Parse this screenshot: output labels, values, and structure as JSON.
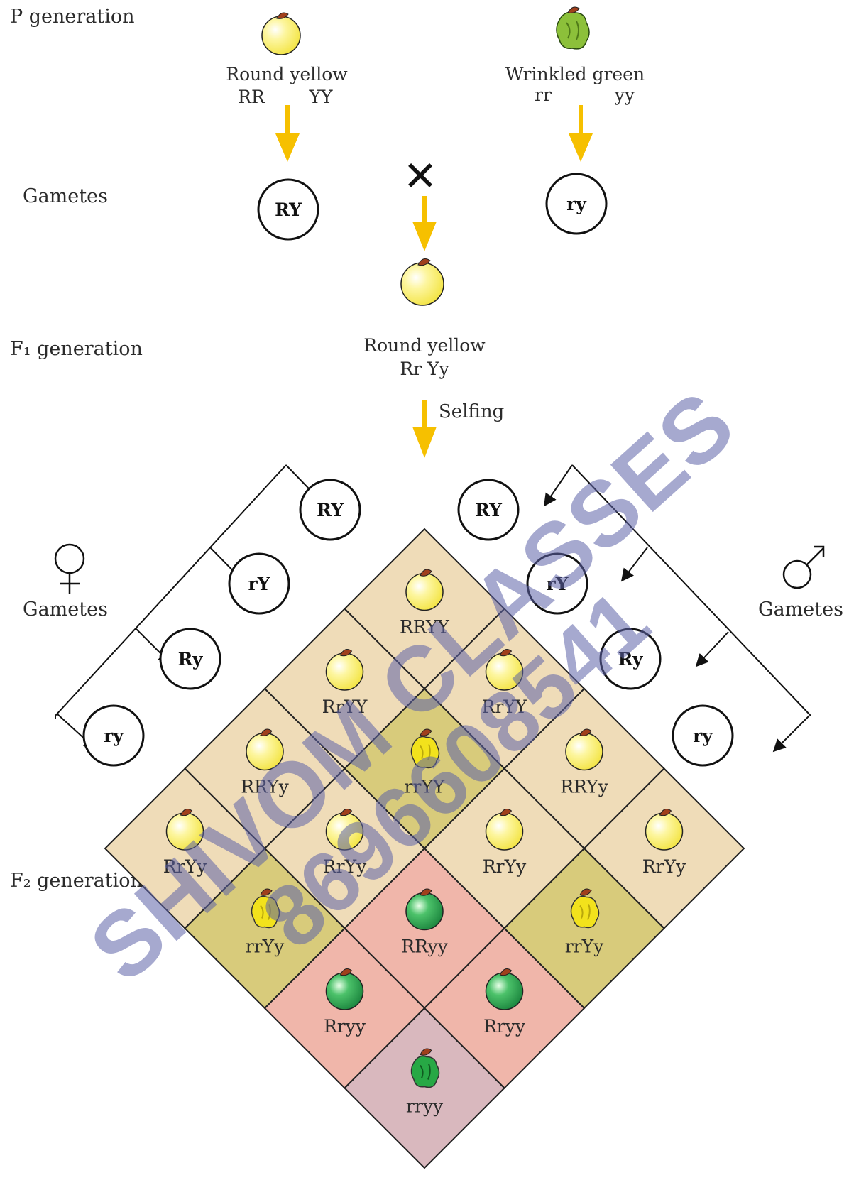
{
  "labels": {
    "p_generation": "P generation",
    "gametes_left": "Gametes",
    "f1_generation": "F₁ generation",
    "f2_generation": "F₂ generation",
    "female_gametes": "Gametes",
    "male_gametes": "Gametes",
    "selfing": "Selfing",
    "cross_symbol": "✕"
  },
  "parents": {
    "left": {
      "phenotype": "Round yellow",
      "allele1": "RR",
      "allele2": "YY",
      "gamete": "RY"
    },
    "right": {
      "phenotype": "Wrinkled green",
      "allele1": "rr",
      "allele2": "yy",
      "gamete": "ry"
    }
  },
  "f1": {
    "phenotype": "Round yellow",
    "genotype": "Rr Yy"
  },
  "female_gametes": [
    "RY",
    "rY",
    "Ry",
    "ry"
  ],
  "male_gametes": [
    "RY",
    "rY",
    "Ry",
    "ry"
  ],
  "f2_cells": [
    {
      "genotype": "RRYY",
      "seed": "round-yellow",
      "color": "#efdcb8"
    },
    {
      "genotype": "RrYY",
      "seed": "round-yellow",
      "color": "#efdcb8"
    },
    {
      "genotype": "RrYY",
      "seed": "round-yellow",
      "color": "#efdcb8"
    },
    {
      "genotype": "RRYy",
      "seed": "round-yellow",
      "color": "#efdcb8"
    },
    {
      "genotype": "rrYY",
      "seed": "wrinkled-yellow",
      "color": "#d8cb7b"
    },
    {
      "genotype": "RRYy",
      "seed": "round-yellow",
      "color": "#efdcb8"
    },
    {
      "genotype": "RrYy",
      "seed": "round-yellow",
      "color": "#efdcb8"
    },
    {
      "genotype": "RrYy",
      "seed": "round-yellow",
      "color": "#efdcb8"
    },
    {
      "genotype": "RrYy",
      "seed": "round-yellow",
      "color": "#efdcb8"
    },
    {
      "genotype": "RrYy",
      "seed": "round-yellow",
      "color": "#efdcb8"
    },
    {
      "genotype": "rrYy",
      "seed": "wrinkled-yellow",
      "color": "#d8cb7b"
    },
    {
      "genotype": "RRyy",
      "seed": "round-green",
      "color": "#f0b6aa"
    },
    {
      "genotype": "rrYy",
      "seed": "wrinkled-yellow",
      "color": "#d8cb7b"
    },
    {
      "genotype": "Rryy",
      "seed": "round-green",
      "color": "#f0b6aa"
    },
    {
      "genotype": "Rryy",
      "seed": "round-green",
      "color": "#f0b6aa"
    },
    {
      "genotype": "rryy",
      "seed": "wrinkled-green",
      "color": "#d9b8be"
    }
  ],
  "watermark": {
    "line1": "SHIVOM CLASSES",
    "line2": "8696608541"
  },
  "colors": {
    "arrow": "#f6c000",
    "round_yellow": "#fbf27a",
    "wrinkled_yellow": "#f2e21c",
    "green": "#27a845",
    "wrinkled_green_light": "#8cc03a"
  }
}
